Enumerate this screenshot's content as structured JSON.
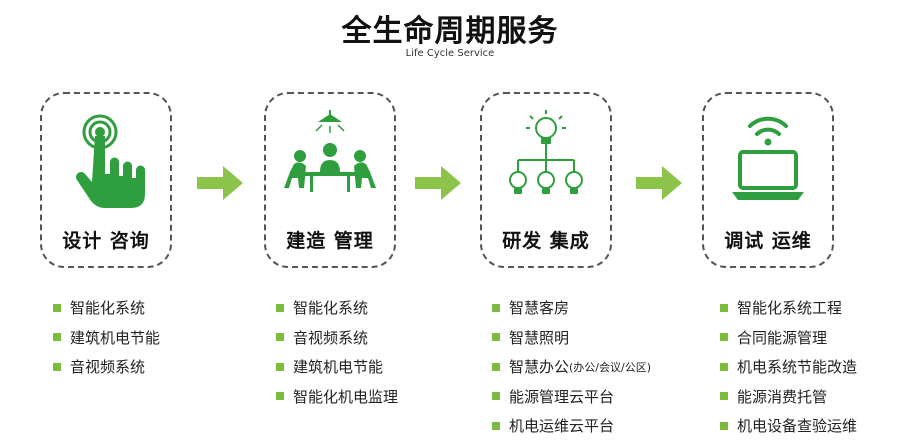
{
  "header": {
    "title": "全生命周期服务",
    "subtitle": "Life Cycle Service"
  },
  "stages": [
    {
      "label": "设计 咨询",
      "icon": "touch-hand-icon",
      "items": [
        "智能化系统",
        "建筑机电节能",
        "音视频系统"
      ]
    },
    {
      "label": "建造 管理",
      "icon": "meeting-team-icon",
      "items": [
        "智能化系统",
        "音视频系统",
        "建筑机电节能",
        "智能化机电监理"
      ]
    },
    {
      "label": "研发 集成",
      "icon": "lightbulb-network-icon",
      "items": [
        "智慧客房",
        "智慧照明",
        "智慧办公",
        "能源管理云平台",
        "机电运维云平台"
      ],
      "item3_suffix": "(办公/会议/公区)"
    },
    {
      "label": "调试 运维",
      "icon": "laptop-wifi-icon",
      "items": [
        "智能化系统工程",
        "合同能源管理",
        "机电系统节能改造",
        "能源消费托管",
        "机电设备查验运维"
      ]
    }
  ],
  "colors": {
    "accent": "#2e9e3e",
    "arrow": "#8cc34a",
    "bullet": "#7dbb3c"
  }
}
